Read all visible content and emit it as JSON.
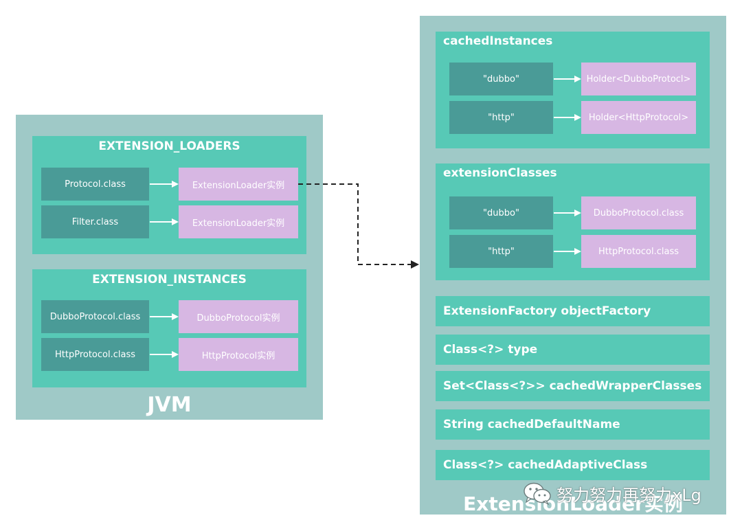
{
  "jvm": {
    "label": "JVM",
    "loaders": {
      "title": "EXTENSION_LOADERS",
      "rows": [
        {
          "key": "Protocol.class",
          "value": "ExtensionLoader实例"
        },
        {
          "key": "Filter.class",
          "value": "ExtensionLoader实例"
        }
      ]
    },
    "instances": {
      "title": "EXTENSION_INSTANCES",
      "rows": [
        {
          "key": "DubboProtocol.class",
          "value": "DubboProtocol实例"
        },
        {
          "key": "HttpProtocol.class",
          "value": "HttpProtocol实例"
        }
      ]
    }
  },
  "loader": {
    "label": "ExtensionLoader实例",
    "cached_instances": {
      "title": "cachedInstances",
      "rows": [
        {
          "key": "\"dubbo\"",
          "value": "Holder<DubboProtocl>"
        },
        {
          "key": "\"http\"",
          "value": "Holder<HttpProtocol>"
        }
      ]
    },
    "extension_classes": {
      "title": "extensionClasses",
      "rows": [
        {
          "key": "\"dubbo\"",
          "value": "DubboProtocol.class"
        },
        {
          "key": "\"http\"",
          "value": "HttpProtocol.class"
        }
      ]
    },
    "fields": [
      "ExtensionFactory objectFactory",
      "Class<?> type",
      "Set<Class<?>> cachedWrapperClasses",
      "String cachedDefaultName",
      "Class<?> cachedAdaptiveClass"
    ]
  },
  "watermark": "努力努力再努力xLg"
}
